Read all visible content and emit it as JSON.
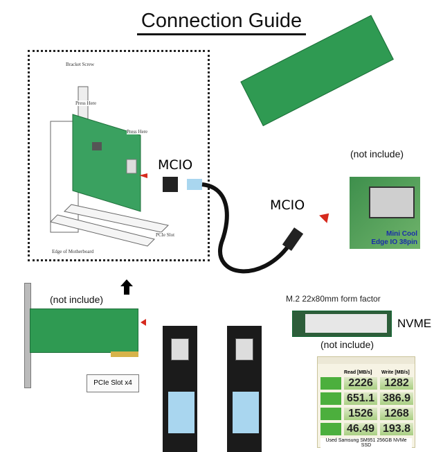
{
  "title": "Connection Guide",
  "install_diagram": {
    "labels": [
      "Bracket Screw",
      "Press Here",
      "Press Here",
      "PCIe Slot",
      "Edge of Motherboard"
    ]
  },
  "mcio_label_1": "MCIO",
  "mcio_label_2": "MCIO",
  "adapter_note": "(not include)",
  "connector_callout": {
    "line1": "Mini Cool",
    "line2": "Edge IO 38pin"
  },
  "card_note": "(not include)",
  "slot_label": "PCIe Slot x4",
  "m2": {
    "form_factor": "M.2 22x80mm form factor",
    "type": "NVME",
    "note": "(not include)"
  },
  "benchmark": {
    "headers": [
      "Read [MB/s]",
      "Write [MB/s]"
    ],
    "rows": [
      {
        "read": "2226",
        "write": "1282"
      },
      {
        "read": "651.1",
        "write": "386.9"
      },
      {
        "read": "1526",
        "write": "1268"
      },
      {
        "read": "46.49",
        "write": "193.8"
      }
    ],
    "footer": "Used Samsung SM951 256GB NVMe SSD"
  },
  "colors": {
    "pcb": "#2f9a52",
    "cable_tab": "#a9d6ef",
    "arrow_red": "#d62a1e",
    "callout_text": "#1a2ea8"
  }
}
